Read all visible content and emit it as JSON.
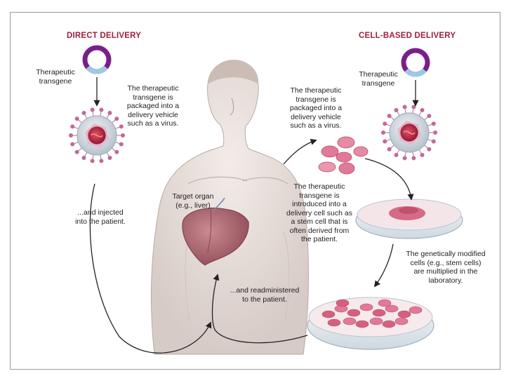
{
  "headings": {
    "direct": "DIRECT DELIVERY",
    "cell_based": "CELL-BASED DELIVERY"
  },
  "labels": {
    "transgene_left": "Therapeutic\ntransgene",
    "transgene_right": "Therapeutic\ntransgene",
    "packaged_left": "The therapeutic\ntransgene is\npackaged into a\ndelivery vehicle\nsuch as a virus.",
    "packaged_right": "The therapeutic\ntransgene is\npackaged into a\ndelivery vehicle\nsuch as a virus.",
    "injected": "...and injected\ninto the patient.",
    "target_organ": "Target organ\n(e.g., liver)",
    "introduced": "The therapeutic\ntransgene is\nintroduced into a\ndelivery cell such as\na stem cell that is\noften derived from\nthe patient.",
    "multiplied": "The genetically modified\ncells (e.g., stem cells)\nare multiplied in the\nlaboratory.",
    "readministered": "...and readministered\nto the patient."
  },
  "colors": {
    "heading": "#a0203c",
    "plasmid_ring": "#7a1f8a",
    "plasmid_insert": "#9ec8e6",
    "virus_body": "#cfd6df",
    "virus_spike": "#c06a9a",
    "virus_core": "#c02a45",
    "liver": "#a6616c",
    "cells": "#e07a98",
    "dish": "#e6eef3"
  }
}
